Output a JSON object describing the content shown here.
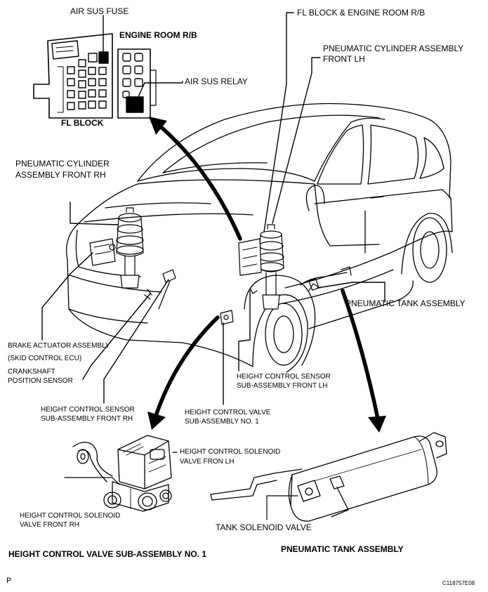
{
  "labels": {
    "air_sus_fuse": "AIR SUS FUSE",
    "engine_room_rb": "ENGINE ROOM R/B",
    "air_sus_relay": "AIR SUS RELAY",
    "fl_block": "FL BLOCK",
    "fl_block_engine_room": "FL BLOCK & ENGINE ROOM R/B",
    "pneumatic_cylinder_front_lh_1": "PNEUMATIC CYLINDER ASSEMBLY",
    "pneumatic_cylinder_front_lh_2": "FRONT LH",
    "pneumatic_cylinder_front_rh_1": "PNEUMATIC CYLINDER",
    "pneumatic_cylinder_front_rh_2": "ASSEMBLY FRONT RH",
    "pneumatic_tank_assembly": "PNEUMATIC TANK ASSEMBLY",
    "brake_actuator_1": "BRAKE ACTUATOR ASSEMBLY",
    "brake_actuator_2": "(SKID CONTROL ECU)",
    "crankshaft_1": "CRANKSHAFT",
    "crankshaft_2": "POSITION SENSOR",
    "height_sensor_lh_1": "HEIGHT CONTROL SENSOR",
    "height_sensor_lh_2": "SUB-ASSEMBLY FRONT LH",
    "height_sensor_rh_1": "HEIGHT CONTROL SENSOR",
    "height_sensor_rh_2": "SUB-ASSEMBLY FRONT RH",
    "height_valve_1": "HEIGHT CONTROL VALVE",
    "height_valve_2": "SUB-ASSEMBLY NO. 1",
    "solenoid_lh_1": "HEIGHT CONTROL SOLENOID",
    "solenoid_lh_2": "VALVE FRON LH",
    "solenoid_rh_1": "HEIGHT CONTROL SOLENOID",
    "solenoid_rh_2": "VALVE FRONT RH",
    "tank_solenoid": "TANK SOLENOID VALVE",
    "valve_title": "HEIGHT CONTROL VALVE SUB-ASSEMBLY NO. 1",
    "tank_title": "PNEUMATIC TANK ASSEMBLY",
    "corner_p": "P",
    "figure_code": "C118757E08"
  }
}
